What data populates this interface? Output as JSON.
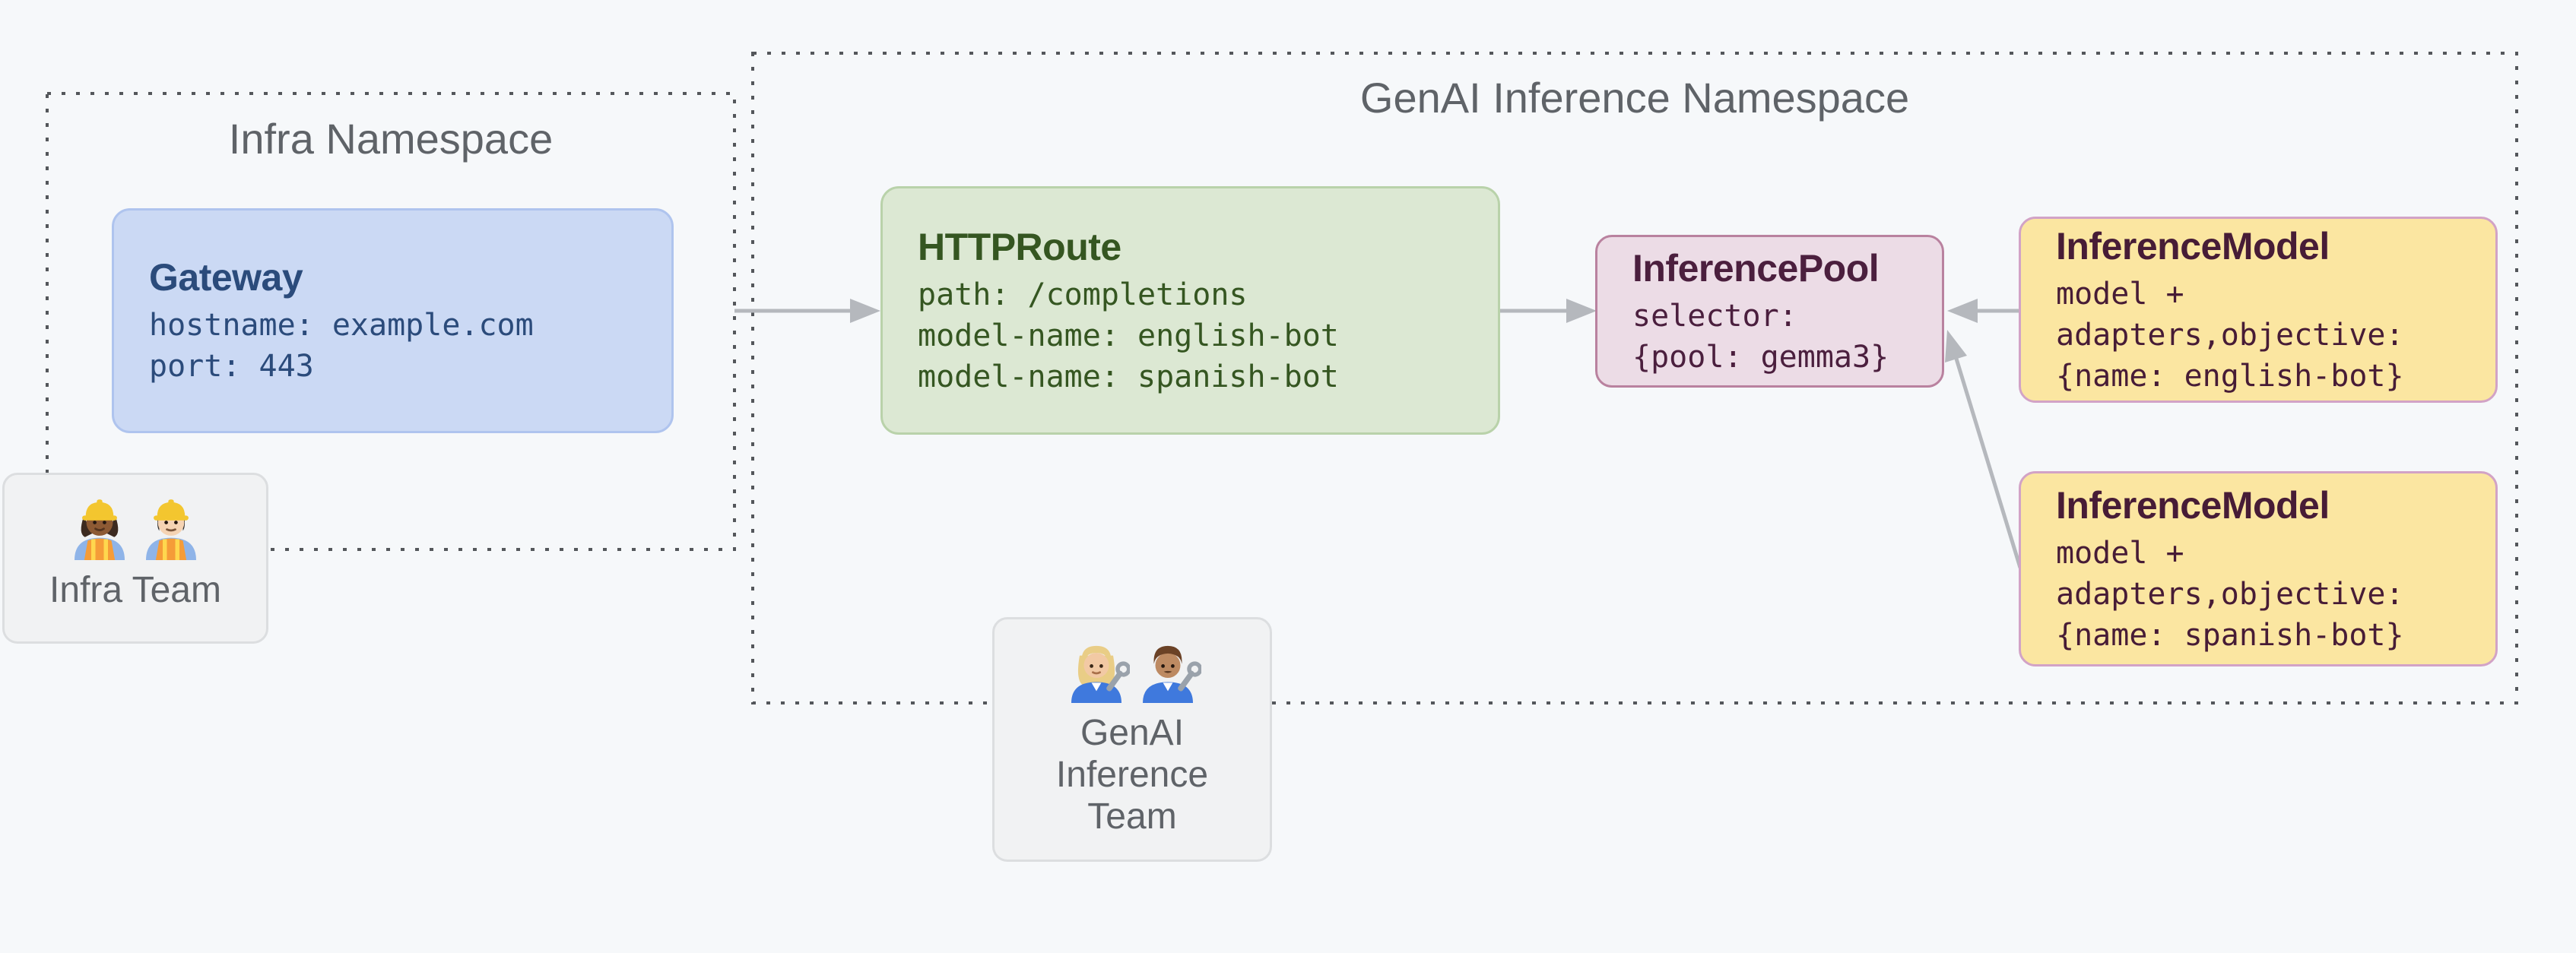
{
  "page": {
    "background": "#f6f8fa"
  },
  "namespaces": {
    "infra": {
      "title": "Infra Namespace"
    },
    "genai": {
      "title": "GenAI Inference Namespace"
    }
  },
  "nodes": {
    "gateway": {
      "title": "Gateway",
      "lines": [
        "hostname: example.com",
        "port: 443"
      ],
      "fill": "#cbd9f4",
      "border": "#afc4ee",
      "text": "#2b4b7b"
    },
    "httproute": {
      "title": "HTTPRoute",
      "lines": [
        "path: /completions",
        "model-name: english-bot",
        "model-name: spanish-bot"
      ],
      "fill": "#dce8d3",
      "border": "#b9d2aa",
      "text": "#355621"
    },
    "inferencepool": {
      "title": "InferencePool",
      "lines": [
        "selector:",
        "{pool: gemma3}"
      ],
      "fill": "#ecdce6",
      "border": "#b9829f",
      "text": "#4b1f3e"
    },
    "inferencemodel_english": {
      "title": "InferenceModel",
      "lines": [
        "model +",
        "adapters,objective:",
        "{name: english-bot}"
      ],
      "fill": "#fbe6a1",
      "border": "#d2a3c6",
      "text": "#471c36"
    },
    "inferencemodel_spanish": {
      "title": "InferenceModel",
      "lines": [
        "model +",
        "adapters,objective:",
        "{name: spanish-bot}"
      ],
      "fill": "#fbe6a1",
      "border": "#d2a3c6",
      "text": "#471c36"
    }
  },
  "teams": {
    "infra": {
      "label": "Infra Team",
      "icons": [
        "woman-construction-worker",
        "man-construction-worker"
      ]
    },
    "genai": {
      "label": "GenAI\nInference\nTeam",
      "icons": [
        "woman-mechanic",
        "man-mechanic"
      ]
    }
  },
  "connectors": [
    {
      "name": "gateway-to-httproute",
      "direction": "right"
    },
    {
      "name": "httproute-to-inferencepool",
      "direction": "right"
    },
    {
      "name": "inferencemodel-english-to-inferencepool",
      "direction": "left"
    },
    {
      "name": "inferencemodel-spanish-to-inferencepool",
      "direction": "up-left"
    }
  ],
  "colors": {
    "arrow": "#b5b8bd",
    "dotted_border": "#54575b",
    "namespace_title": "#5f6368",
    "team_label": "#5f6368"
  }
}
